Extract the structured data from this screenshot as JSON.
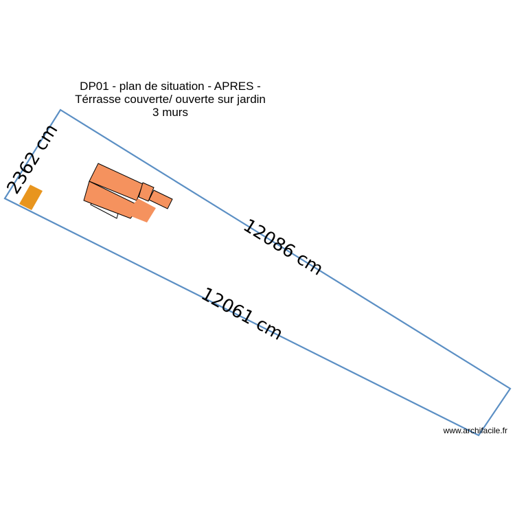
{
  "title": {
    "line1": "DP01 - plan de situation - APRES -",
    "line2": "Térrasse couverte/ ouverte sur jardin",
    "line3": "3 murs"
  },
  "dimensions": {
    "left_edge": "2362 cm",
    "top_edge": "12086 cm",
    "bottom_edge": "12061 cm"
  },
  "watermark": "www.archifacile.fr",
  "colors": {
    "parcel_outline": "#5b8fc4",
    "building_fill": "#f5925e",
    "shed_fill": "#e8951e",
    "background": "#ffffff"
  }
}
